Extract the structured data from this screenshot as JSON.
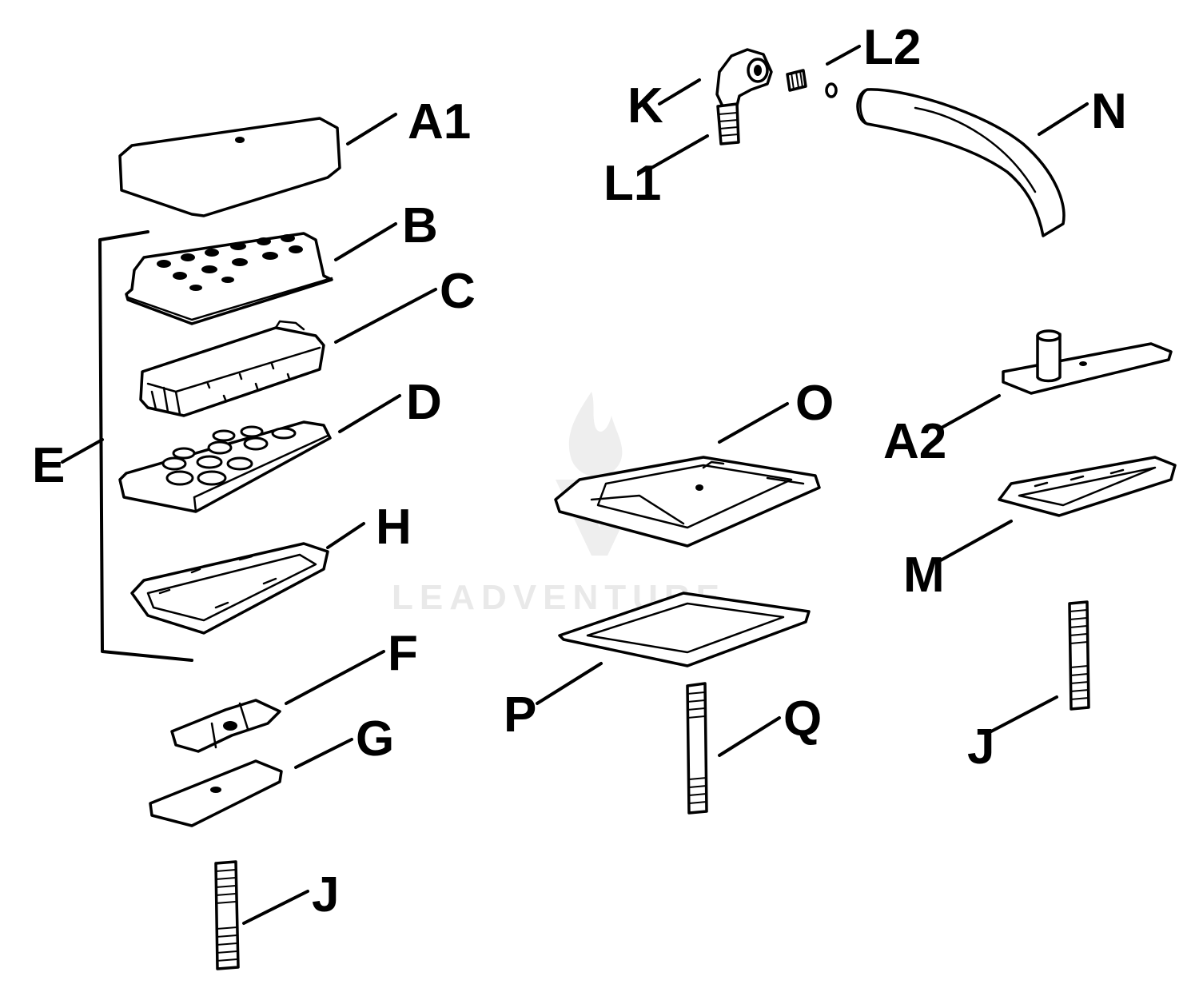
{
  "watermark": {
    "text": "LEADVENTURE"
  },
  "labels": {
    "A1": "A1",
    "B": "B",
    "C": "C",
    "D": "D",
    "E": "E",
    "H": "H",
    "F": "F",
    "G": "G",
    "J1": "J",
    "K": "K",
    "L2": "L2",
    "L1": "L1",
    "N": "N",
    "O": "O",
    "A2": "A2",
    "M": "M",
    "P": "P",
    "Q": "Q",
    "J2": "J"
  },
  "colors": {
    "ink": "#000000",
    "paper": "#ffffff",
    "watermark": "#e9e9e9"
  }
}
